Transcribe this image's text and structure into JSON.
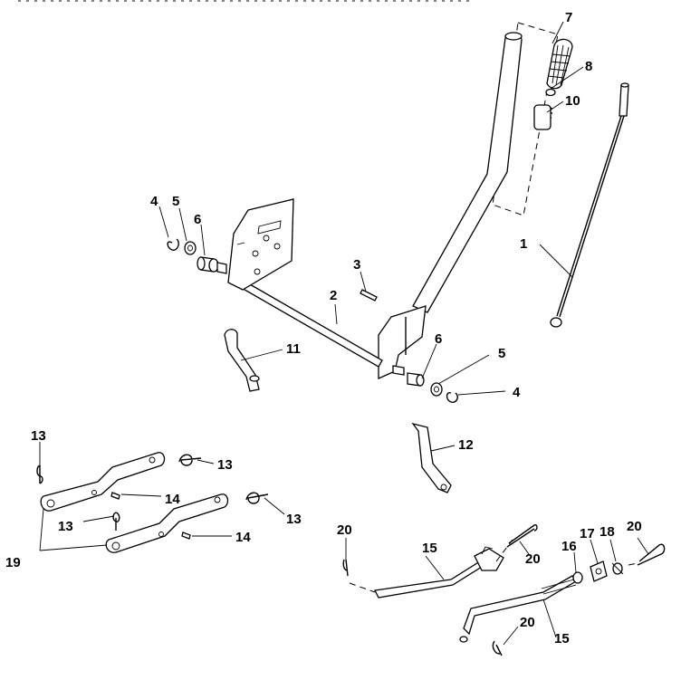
{
  "callouts": [
    {
      "part": "lift-lever-rod",
      "label": "1"
    },
    {
      "part": "lift-shaft",
      "label": "2"
    },
    {
      "part": "pin",
      "label": "3"
    },
    {
      "part": "retainer-left",
      "label": "4"
    },
    {
      "part": "retainer-right",
      "label": "4"
    },
    {
      "part": "washer-left",
      "label": "5"
    },
    {
      "part": "washer-right",
      "label": "5"
    },
    {
      "part": "bushing-left",
      "label": "6"
    },
    {
      "part": "bushing-right",
      "label": "6"
    },
    {
      "part": "grip",
      "label": "7"
    },
    {
      "part": "button",
      "label": "8"
    },
    {
      "part": "spring",
      "label": "10"
    },
    {
      "part": "left-link",
      "label": "11"
    },
    {
      "part": "right-link",
      "label": "12"
    },
    {
      "part": "clip-a",
      "label": "13"
    },
    {
      "part": "clip-b",
      "label": "13"
    },
    {
      "part": "clip-c",
      "label": "13"
    },
    {
      "part": "clip-d",
      "label": "13"
    },
    {
      "part": "spring-pin-upper",
      "label": "14"
    },
    {
      "part": "spring-pin-lower",
      "label": "14"
    },
    {
      "part": "rod-upper",
      "label": "15"
    },
    {
      "part": "rod-lower",
      "label": "15"
    },
    {
      "part": "washer-16",
      "label": "16"
    },
    {
      "part": "trunnion",
      "label": "17"
    },
    {
      "part": "nut-18",
      "label": "18"
    },
    {
      "part": "links-19",
      "label": "19"
    },
    {
      "part": "cotter-a",
      "label": "20"
    },
    {
      "part": "cotter-b",
      "label": "20"
    },
    {
      "part": "cotter-c",
      "label": "20"
    },
    {
      "part": "cotter-d",
      "label": "20"
    }
  ]
}
